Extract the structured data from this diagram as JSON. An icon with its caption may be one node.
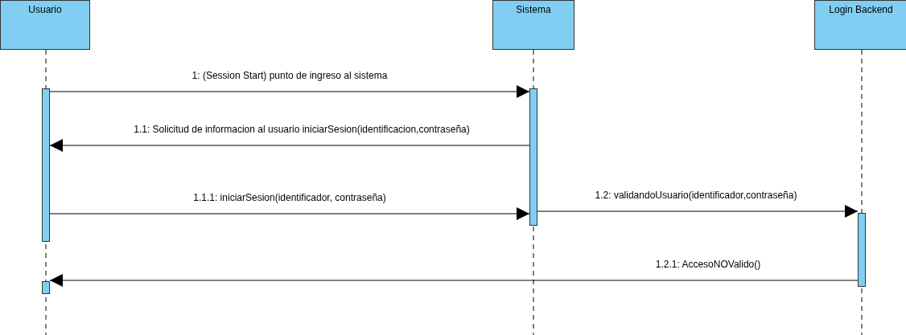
{
  "diagram": {
    "nodes": [
      {
        "text": [
          "Usuario"
        ]
      },
      {
        "text": [
          "Sistema"
        ]
      },
      {
        "text": [
          "Login Backend"
        ]
      },
      {
        "text": [],
        "shape": "bar"
      },
      {
        "text": [],
        "shape": "bar"
      },
      {
        "text": [],
        "shape": "bar"
      },
      {
        "text": [],
        "shape": "bar"
      }
    ],
    "edges": [
      {
        "from": 3,
        "to": 4,
        "arrow": "to",
        "label": "1: (Session Start) punto de ingreso al sistema"
      },
      {
        "from": 4,
        "to": 3,
        "arrow": "to",
        "label": "1.1: Solicitud de informacion al usuario iniciarSesion(identificacion,contraseña)"
      },
      {
        "from": 3,
        "to": 4,
        "arrow": "to",
        "label": "1.1.1: iniciarSesion(identificador, contraseña)"
      },
      {
        "from": 4,
        "to": 5,
        "arrow": "to",
        "label": "1.2: validandoUsuario(identificador,contraseña)"
      },
      {
        "from": 5,
        "to": 6,
        "arrow": "to",
        "label": "1.2.1: AccesoNOValido()"
      }
    ]
  }
}
